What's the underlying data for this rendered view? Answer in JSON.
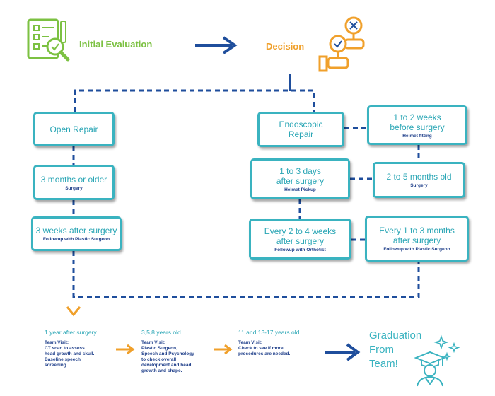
{
  "header": {
    "initial_evaluation": "Initial Evaluation",
    "decision": "Decision"
  },
  "open_repair": {
    "title": "Open Repair",
    "step1": {
      "title": "3 months or older",
      "sub": "Surgery"
    },
    "step2": {
      "title": "3 weeks after surgery",
      "sub": "Followup with Plastic Surgeon"
    }
  },
  "endoscopic": {
    "title_line1": "Endoscopic",
    "title_line2": "Repair",
    "helmet_fitting": {
      "line1": "1 to 2 weeks",
      "line2": "before surgery",
      "sub": "Helmet fitting"
    },
    "surgery": {
      "title": "2 to 5 months old",
      "sub": "Surgery"
    },
    "helmet_pickup": {
      "line1": "1 to 3 days",
      "line2": "after surgery",
      "sub": "Helmet Pickup"
    },
    "plastic_followup": {
      "line1": "Every 1 to 3 months",
      "line2": "after surgery",
      "sub": "Followup with Plastic Surgeon"
    },
    "orthotist_followup": {
      "line1": "Every 2 to 4 weeks",
      "line2": "after surgery",
      "sub": "Followup with Orthotist"
    }
  },
  "timeline": [
    {
      "title": "1 year after surgery",
      "body": [
        "Team Visit:",
        "CT scan to assess",
        "head growth and skull.",
        "Baseline speech",
        "screening."
      ]
    },
    {
      "title": "3,5,8 years old",
      "body": [
        "Team Visit:",
        "Plastic Surgeon,",
        "Speech and Psychology",
        "to check overall",
        "development and head",
        "growth and shape."
      ]
    },
    {
      "title": "11 and 13-17 years old",
      "body": [
        "Team Visit:",
        "Check to see if more",
        "procedures are needed."
      ]
    }
  ],
  "graduation": {
    "line1": "Graduation",
    "line2": "From",
    "line3": "Team!"
  },
  "colors": {
    "teal": "#3ab3c0",
    "navy": "#1f4e9c",
    "green": "#7cc142",
    "orange": "#f0a02b"
  }
}
